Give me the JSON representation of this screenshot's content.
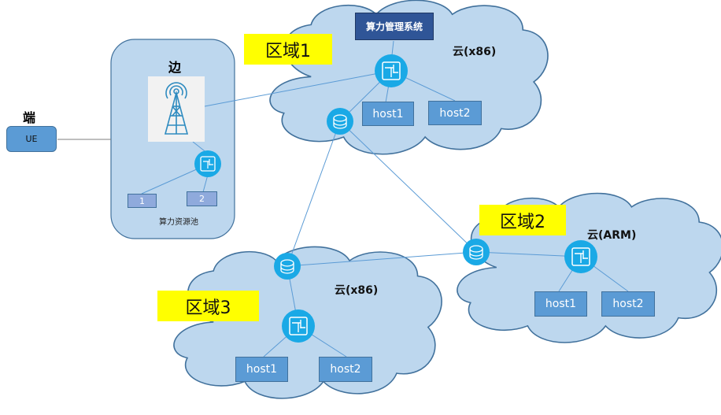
{
  "terminal": {
    "title": "端",
    "device_label": "UE"
  },
  "edge": {
    "title": "边",
    "pool_label": "算力资源池",
    "nodes": [
      {
        "label": "1"
      },
      {
        "label": "2"
      }
    ],
    "tower_icon": "cell-tower-icon",
    "switch_icon": "sdn-switch-icon"
  },
  "regions": [
    {
      "tag": "区域1",
      "cloud_label": "云(x86)",
      "management_system": "算力管理系统",
      "hosts": [
        {
          "label": "host1"
        },
        {
          "label": "host2"
        }
      ]
    },
    {
      "tag": "区域2",
      "cloud_label": "云(ARM)",
      "hosts": [
        {
          "label": "host1"
        },
        {
          "label": "host2"
        }
      ]
    },
    {
      "tag": "区域3",
      "cloud_label": "云(x86)",
      "hosts": [
        {
          "label": "host1"
        },
        {
          "label": "host2"
        }
      ]
    }
  ],
  "colors": {
    "cloud_fill": "#bdd7ee",
    "cloud_stroke": "#41719c",
    "node_fill": "#1aa9e6",
    "host_fill": "#5b9bd5",
    "region_tag": "#ffff00",
    "management_fill": "#2f5597",
    "link": "#5b9bd5"
  }
}
